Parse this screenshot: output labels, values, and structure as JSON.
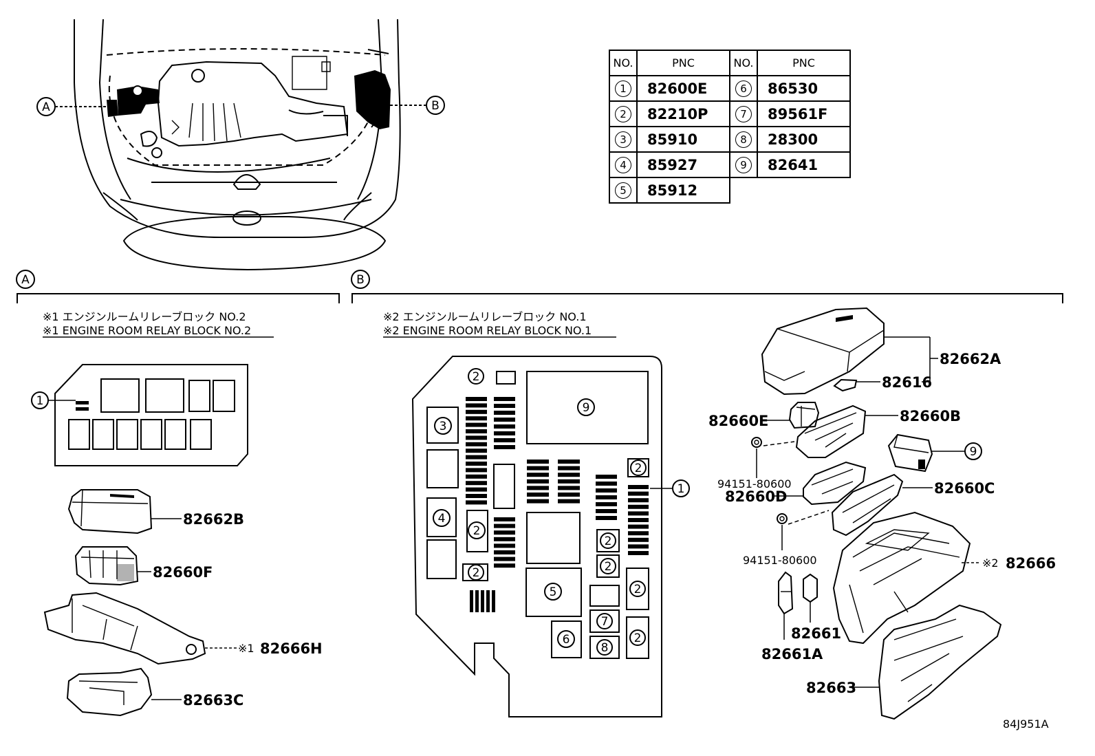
{
  "section_markers": {
    "a": "A",
    "b": "B"
  },
  "legend": {
    "headers": [
      "NO.",
      "PNC",
      "NO.",
      "PNC"
    ],
    "rows": [
      {
        "no": "1",
        "pnc": "82600E"
      },
      {
        "no": "2",
        "pnc": "82210P"
      },
      {
        "no": "3",
        "pnc": "85910"
      },
      {
        "no": "4",
        "pnc": "85927"
      },
      {
        "no": "5",
        "pnc": "85912"
      },
      {
        "no": "6",
        "pnc": "86530"
      },
      {
        "no": "7",
        "pnc": "89561F"
      },
      {
        "no": "8",
        "pnc": "28300"
      },
      {
        "no": "9",
        "pnc": "82641"
      }
    ]
  },
  "section_a": {
    "title_jp": "※1 エンジンルームリレーブロック NO.2",
    "title_en": "※1 ENGINE ROOM RELAY BLOCK NO.2",
    "parts": {
      "p82662B": "82662B",
      "p82660F": "82660F",
      "p82666H_mark": "※1",
      "p82666H": "82666H",
      "p82663C": "82663C"
    },
    "callouts": {
      "c1": "1"
    }
  },
  "section_b": {
    "title_jp": "※2 エンジンルームリレーブロック NO.1",
    "title_en": "※2 ENGINE ROOM RELAY BLOCK NO.1",
    "parts": {
      "p82662A": "82662A",
      "p82616": "82616",
      "p82660E": "82660E",
      "p82660B": "82660B",
      "p94151a": "94151-80600",
      "p82660D": "82660D",
      "p82660C": "82660C",
      "p94151b": "94151-80600",
      "p82666_mark": "※2",
      "p82666": "82666",
      "p82661": "82661",
      "p82661A": "82661A",
      "p82663": "82663"
    },
    "grid_numbers": {
      "n1": "1",
      "n2": "2",
      "n3": "3",
      "n4": "4",
      "n5": "5",
      "n6": "6",
      "n7": "7",
      "n8": "8",
      "n9": "9"
    }
  },
  "drawing_code": "84J951A"
}
